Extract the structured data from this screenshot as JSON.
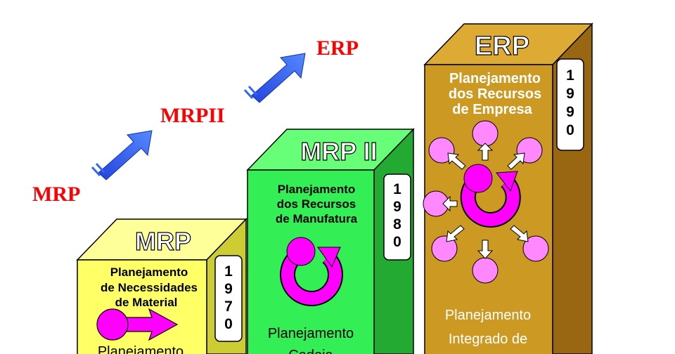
{
  "stairs": [
    {
      "label": "MRP",
      "color": "#ff0000"
    },
    {
      "label": "MRPII",
      "color": "#ff0000"
    },
    {
      "label": "ERP",
      "color": "#ff0000"
    }
  ],
  "boxes": [
    {
      "title": "MRP",
      "subtitle": [
        "Planejamento",
        "de Necessidades",
        "de Material"
      ],
      "year_digits": [
        "1",
        "9",
        "7",
        "0"
      ],
      "bottom": "Planejamento",
      "front_color": "#ffff66",
      "side_color": "#cccc33",
      "top_color": "#ffff99"
    },
    {
      "title": "MRP II",
      "subtitle": [
        "Planejamento",
        "dos Recursos",
        "de Manufatura"
      ],
      "year_digits": [
        "1",
        "9",
        "8",
        "0"
      ],
      "bottom": [
        "Planejamento",
        "Cadeia"
      ],
      "front_color": "#33ee55",
      "side_color": "#22aa33",
      "top_color": "#66ff77"
    },
    {
      "title": "ERP",
      "subtitle": [
        "Planejamento",
        "dos Recursos",
        "de Empresa"
      ],
      "year_digits": [
        "1",
        "9",
        "9",
        "0"
      ],
      "bottom": [
        "Planejamento",
        "Integrado de"
      ],
      "front_color": "#cc9922",
      "side_color": "#996611",
      "top_color": "#ddaa33"
    }
  ],
  "colors": {
    "arrow_blue": "#3366ff",
    "cycle_magenta": "#ff00ff",
    "bubble_pink": "#ff88ff"
  }
}
